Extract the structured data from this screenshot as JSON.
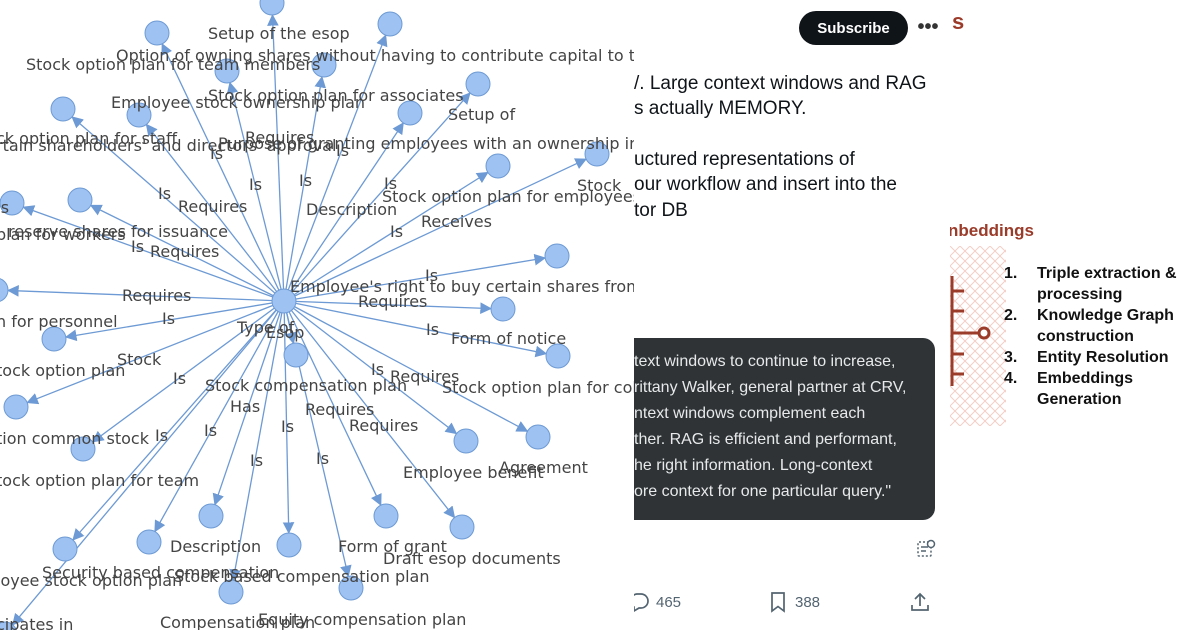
{
  "graph": {
    "center_label": "Esop",
    "node_labels": [
      "Setup of the esop",
      "Option of owning shares without having to contribute capital to the com",
      "Stock option plan for team members",
      "Employee stock ownership plan",
      "Stock option plan for associates",
      "Setup of",
      "ck option plan for staff",
      "rtain shareholders' and directors' approval",
      "Purpose of granting employees with an ownership interest in the c",
      "Stock",
      "Stock option plan for employees",
      "Description",
      "Receives",
      "reserve shares for issuance",
      "plan for workers",
      "Employee's right to buy certain shares from the",
      "n for personnel",
      "Form of notice",
      "Type of",
      "tock option plan",
      "Stock compensation plan",
      "Stock option plan for colle",
      "tion common stock",
      "Employee benefit",
      "Agreement",
      "tock option plan for team",
      "Description",
      "Form of grant",
      "Draft esop documents",
      "Security based compensation",
      "loyee stock option plan",
      "Stock based compensation plan",
      "Compensation plan",
      "Equity compensation plan",
      "cipates in"
    ],
    "edge_labels": [
      "Requires",
      "Is",
      "Is",
      "Is",
      "Requires",
      "Is",
      "Is",
      "Is",
      "Requires",
      "Is",
      "Is",
      "Requires",
      "Is",
      "Requires",
      "Is",
      "Is",
      "Stock",
      "Is",
      "Requires",
      "Has",
      "Is",
      "Requires",
      "Requires",
      "Is",
      "Is",
      "Is",
      "Is",
      "Is",
      "Is"
    ]
  },
  "tweet": {
    "subscribe_label": "Subscribe",
    "more_label": "•••",
    "body_lines": [
      "/. Large context windows and RAG",
      "s actually MEMORY.",
      "uctured representations of",
      "our workflow and insert into the",
      "tor DB"
    ],
    "quote_lines": [
      "text windows to continue to increase,",
      "rittany Walker, general partner at CRV,",
      "ntext windows complement each",
      "ther. RAG is efficient and performant,",
      "he right information. Long-context",
      "ore context for one particular query.\""
    ],
    "reply_count": "465",
    "bookmark_count": "388"
  },
  "slide": {
    "title_fragment": "s",
    "subtitle": "nbeddings",
    "items": [
      {
        "num": "1.",
        "text_lines": [
          "Triple extraction &",
          "processing"
        ]
      },
      {
        "num": "2.",
        "text_lines": [
          "Knowledge Graph",
          "construction"
        ]
      },
      {
        "num": "3.",
        "text_lines": [
          "Entity Resolution"
        ]
      },
      {
        "num": "4.",
        "text_lines": [
          "Embeddings",
          "Generation"
        ]
      }
    ]
  },
  "colors": {
    "node_fill": "#9ec2f2",
    "edge": "#6d9ad4",
    "quote_bg": "#2f3336",
    "button_bg": "#0f1419",
    "accent_red": "#9b3b2a"
  },
  "icons": {
    "reply": "reply-icon",
    "bookmark": "bookmark-icon",
    "share": "share-icon",
    "notes": "notes-icon"
  }
}
